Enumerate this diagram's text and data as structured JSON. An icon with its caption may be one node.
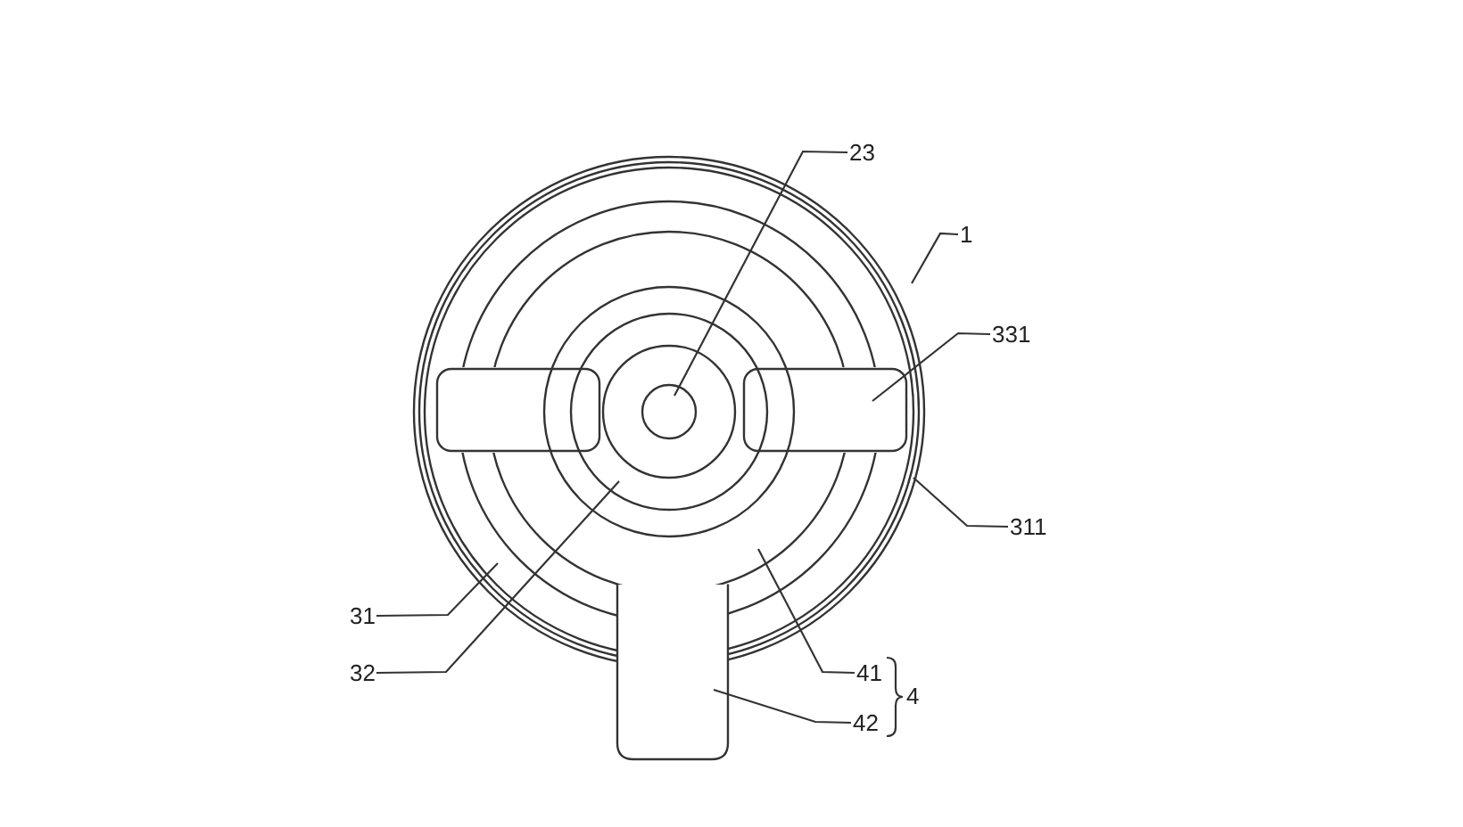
{
  "diagram": {
    "nodes": [
      {
        "text": [
          "23"
        ]
      },
      {
        "text": [
          "1"
        ]
      },
      {
        "text": [
          "331"
        ]
      },
      {
        "text": [
          "311"
        ]
      },
      {
        "text": [
          "31"
        ]
      },
      {
        "text": [
          "32"
        ]
      },
      {
        "text": [
          "41"
        ]
      },
      {
        "text": [
          "42"
        ]
      }
    ],
    "edges": [
      {
        "from": 0,
        "to": null,
        "arrow": "none"
      },
      {
        "from": 1,
        "to": null,
        "arrow": "none"
      },
      {
        "from": 2,
        "to": null,
        "arrow": "none"
      },
      {
        "from": 3,
        "to": null,
        "arrow": "none"
      },
      {
        "from": 4,
        "to": null,
        "arrow": "none"
      },
      {
        "from": 5,
        "to": null,
        "arrow": "none"
      },
      {
        "from": 6,
        "to": null,
        "arrow": "none"
      },
      {
        "from": 7,
        "to": null,
        "arrow": "none"
      }
    ],
    "labels": [
      "4"
    ]
  }
}
